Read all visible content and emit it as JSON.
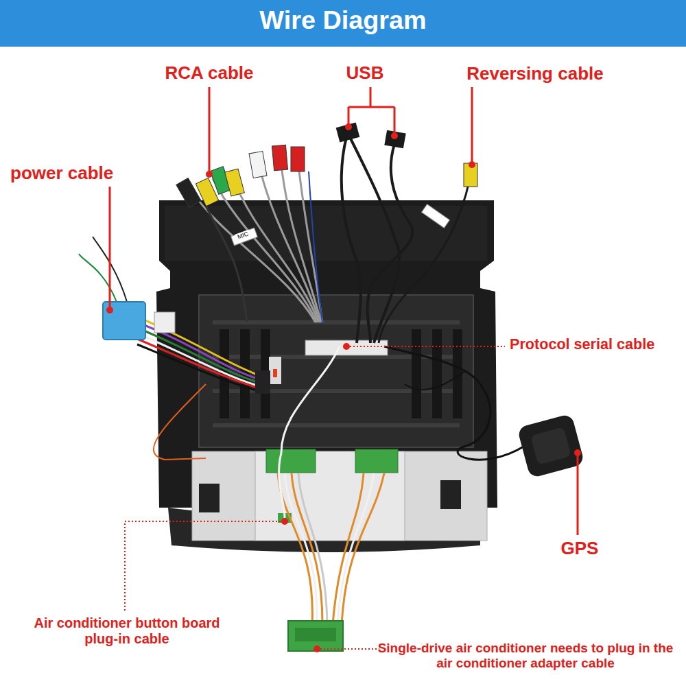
{
  "diagram": {
    "title": "Wire Diagram",
    "labels": [
      "RCA cable",
      "USB",
      "Reversing cable",
      "power cable",
      "Protocol serial cable",
      "GPS",
      "Air conditioner button board plug-in cable",
      "Single-drive air conditioner needs to plug in the air conditioner adapter cable",
      "MIC"
    ]
  }
}
